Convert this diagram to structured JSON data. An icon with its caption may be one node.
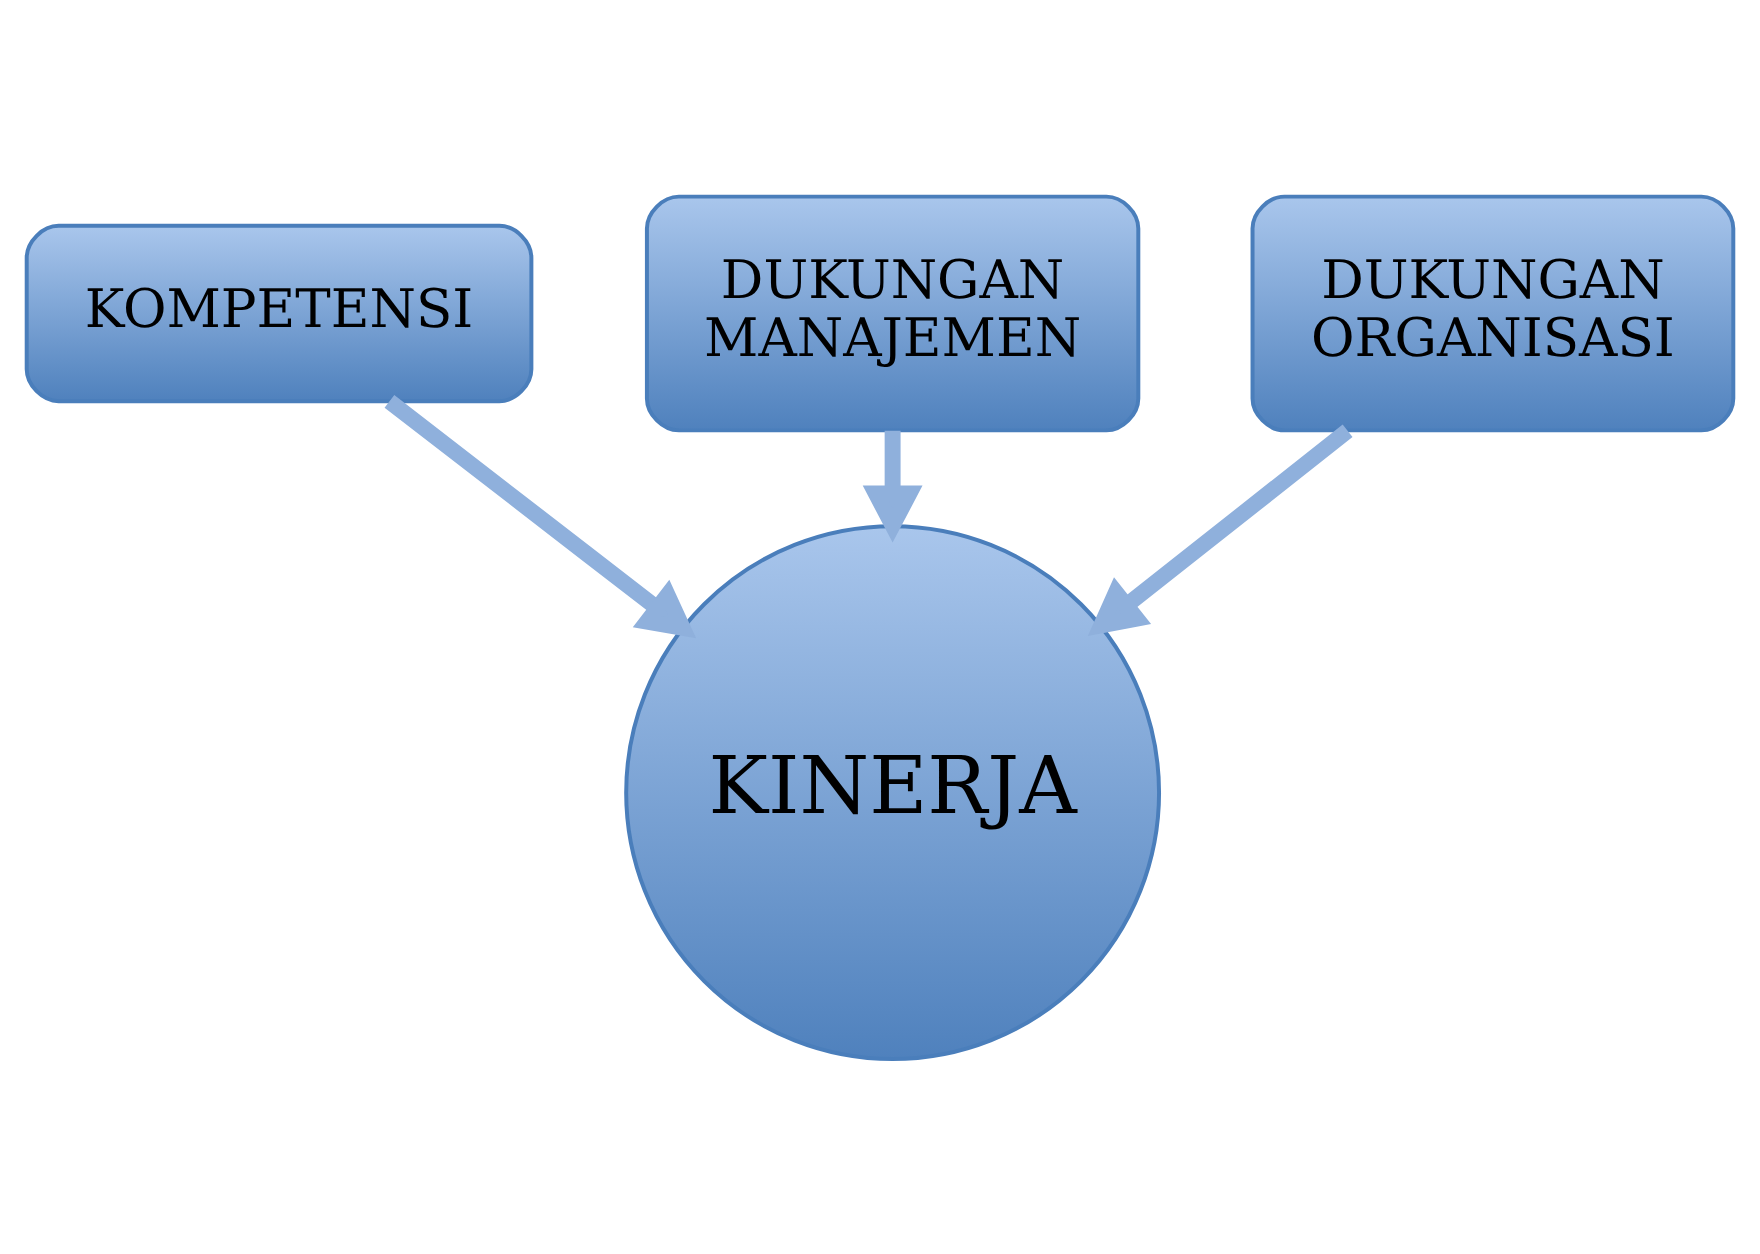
{
  "diagram": {
    "nodes": [
      {
        "text": [
          "KOMPETENSI"
        ]
      },
      {
        "text": [
          "DUKUNGAN MANAJEMEN"
        ]
      },
      {
        "text": [
          "DUKUNGAN ORGANISASI"
        ]
      },
      {
        "text": [
          "KINERJA"
        ]
      }
    ],
    "edges": [
      {
        "from": 0,
        "to": 3,
        "arrow": "to"
      },
      {
        "from": 1,
        "to": 3,
        "arrow": "to"
      },
      {
        "from": 2,
        "to": 3,
        "arrow": "to"
      }
    ]
  }
}
